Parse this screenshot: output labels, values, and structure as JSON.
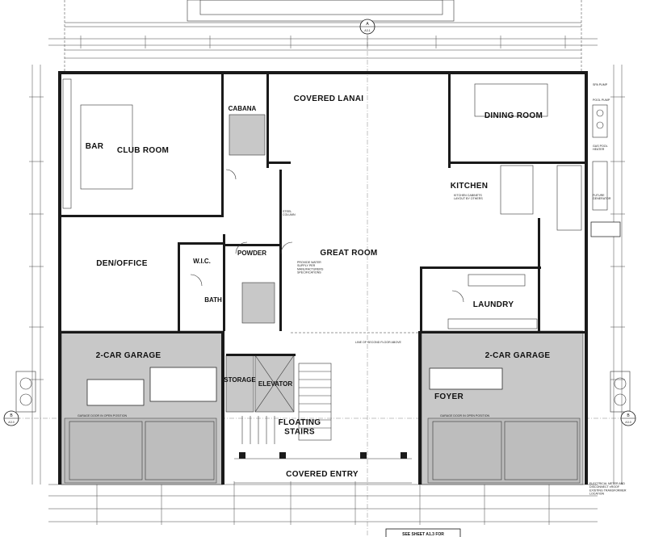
{
  "rooms": {
    "covered_lanai": "COVERED LANAI",
    "cabana": "CABANA",
    "dining_room": "DINING ROOM",
    "bar": "BAR",
    "club_room": "CLUB ROOM",
    "kitchen": "KITCHEN",
    "great_room": "GREAT ROOM",
    "den_office": "DEN/OFFICE",
    "wic": "W.I.C.",
    "powder": "POWDER",
    "bath": "BATH",
    "laundry": "LAUNDRY",
    "storage": "STORAGE",
    "elevator": "ELEVATOR",
    "garage_left": "2-CAR GARAGE",
    "garage_right": "2-CAR GARAGE",
    "foyer": "FOYER",
    "floating_stairs": "FLOATING\nSTAIRS",
    "covered_entry": "COVERED ENTRY"
  },
  "notes": {
    "kitchen_note": "KITCHEN CABINETS\nLAYOUT BY OTHERS",
    "great_room_note": "PROVIDE WATER\nSUPPLY PER\nMANUFACTURERS\nSPECIFICATIONS",
    "line_second_floor": "LINE OF SECOND FLOOR ABOVE",
    "garage_door_left": "GARAGE DOOR IN OPEN POSITION",
    "garage_door_right": "GARAGE DOOR IN OPEN POSITION",
    "see_sheet": "SEE SHEET A1.3 FOR",
    "steel_column": "STEEL\nCOLUMN",
    "pool_pump": "POOL PUMP",
    "gas_pool_heater": "GAS POOL\nHEATER",
    "future_generator": "FUTURE\nGENERATOR",
    "spa_pump": "SPA PUMP",
    "electrical_meter": "ELECTRICAL METER AND\nDISCONNECT ±ROOF\nEXISTING TRANSFORMER\nLOCATION"
  },
  "grid_tags": {
    "top": "A",
    "top_ref": "A3.1",
    "left": "B",
    "left_ref": "A3.0",
    "right": "B",
    "right_ref": "A3.0"
  },
  "colors": {
    "wall": "#1a1a1a",
    "hatch": "#c8c8c8",
    "line": "#333333"
  }
}
